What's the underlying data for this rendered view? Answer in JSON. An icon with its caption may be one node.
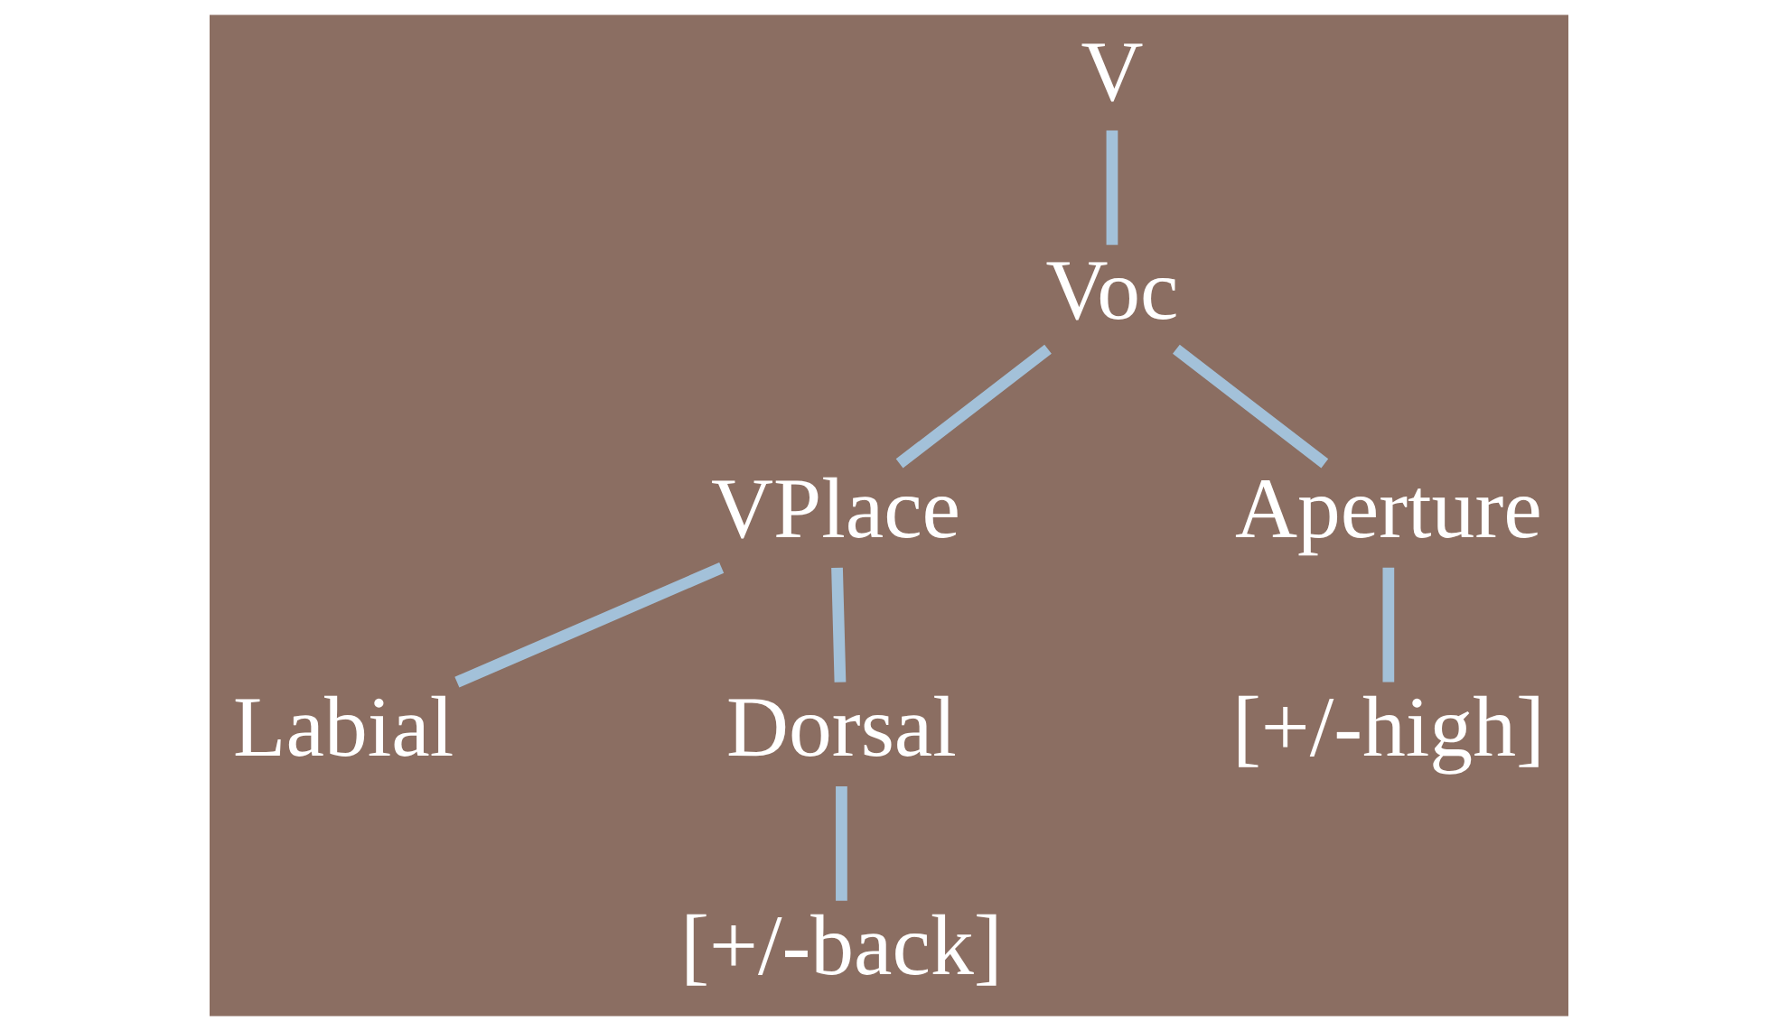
{
  "diagram": {
    "nodes": [
      {
        "text": [
          "V"
        ]
      },
      {
        "text": [
          "Voc"
        ]
      },
      {
        "text": [
          "VPlace"
        ]
      },
      {
        "text": [
          "Aperture"
        ]
      },
      {
        "text": [
          "Labial"
        ]
      },
      {
        "text": [
          "Dorsal"
        ]
      },
      {
        "text": [
          "[+/-high]"
        ]
      },
      {
        "text": [
          "[+/-back]"
        ]
      }
    ],
    "edges": [
      {
        "from": 0,
        "to": 1,
        "arrow": "none"
      },
      {
        "from": 1,
        "to": 2,
        "arrow": "none"
      },
      {
        "from": 1,
        "to": 3,
        "arrow": "none"
      },
      {
        "from": 2,
        "to": 4,
        "arrow": "none"
      },
      {
        "from": 2,
        "to": 5,
        "arrow": "none"
      },
      {
        "from": 3,
        "to": 6,
        "arrow": "none"
      },
      {
        "from": 5,
        "to": 7,
        "arrow": "none"
      }
    ]
  }
}
